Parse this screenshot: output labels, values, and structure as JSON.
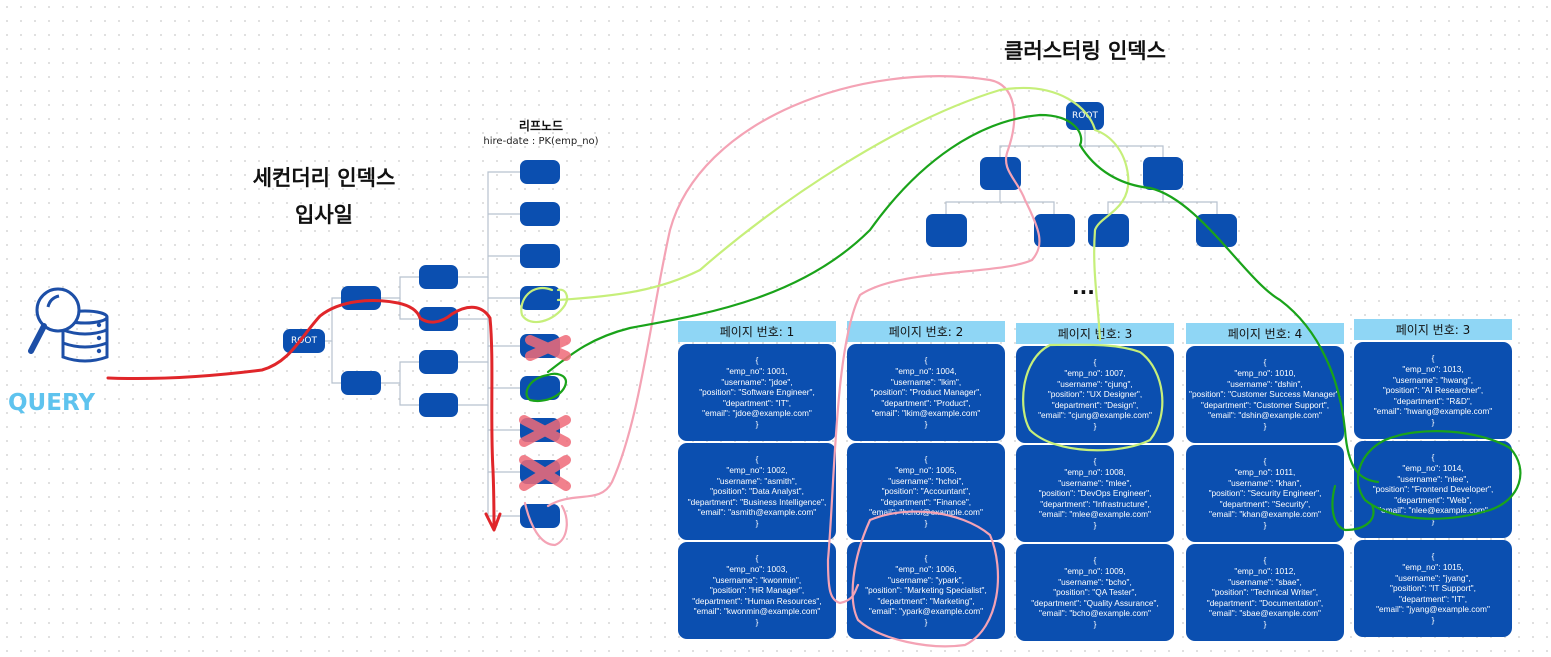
{
  "titles": {
    "clustered_index": "클러스터링 인덱스",
    "secondary_index_line1": "세컨더리 인덱스",
    "secondary_index_line2": "입사일",
    "leaf_nodes": "리프노드",
    "leaf_nodes_sub": "hire-date : PK(emp_no)"
  },
  "query_label": "QUERY",
  "root_label": "ROOT",
  "ellipsis": "...",
  "pages": [
    {
      "header": "페이지 번호: 1",
      "records": [
        "{\n\"emp_no\": 1001,\n\"username\": \"jdoe\",\n\"position\": \"Software Engineer\",\n\"department\": \"IT\",\n\"email\": \"jdoe@example.com\"\n}",
        "{\n\"emp_no\": 1002,\n\"username\": \"asmith\",\n\"position\": \"Data Analyst\",\n\"department\": \"Business Intelligence\",\n\"email\": \"asmith@example.com\"\n}",
        "{\n\"emp_no\": 1003,\n\"username\": \"kwonmin\",\n\"position\": \"HR Manager\",\n\"department\": \"Human Resources\",\n\"email\": \"kwonmin@example.com\"\n}"
      ]
    },
    {
      "header": "페이지 번호: 2",
      "records": [
        "{\n\"emp_no\": 1004,\n\"username\": \"lkim\",\n\"position\": \"Product Manager\",\n\"department\": \"Product\",\n\"email\": \"lkim@example.com\"\n}",
        "{\n\"emp_no\": 1005,\n\"username\": \"hchoi\",\n\"position\": \"Accountant\",\n\"department\": \"Finance\",\n\"email\": \"hchoi@example.com\"\n}",
        "{\n\"emp_no\": 1006,\n\"username\": \"ypark\",\n\"position\": \"Marketing Specialist\",\n\"department\": \"Marketing\",\n\"email\": \"ypark@example.com\"\n}"
      ]
    },
    {
      "header": "페이지 번호: 3",
      "records": [
        "{\n\"emp_no\": 1007,\n\"username\": \"cjung\",\n\"position\": \"UX Designer\",\n\"department\": \"Design\",\n\"email\": \"cjung@example.com\"\n}",
        "{\n\"emp_no\": 1008,\n\"username\": \"mlee\",\n\"position\": \"DevOps Engineer\",\n\"department\": \"Infrastructure\",\n\"email\": \"mlee@example.com\"\n}",
        "{\n\"emp_no\": 1009,\n\"username\": \"bcho\",\n\"position\": \"QA Tester\",\n\"department\": \"Quality Assurance\",\n\"email\": \"bcho@example.com\"\n}"
      ]
    },
    {
      "header": "페이지 번호: 4",
      "records": [
        "{\n\"emp_no\": 1010,\n\"username\": \"dshin\",\n\"position\": \"Customer Success Manager\",\n\"department\": \"Customer Support\",\n\"email\": \"dshin@example.com\"\n}",
        "{\n\"emp_no\": 1011,\n\"username\": \"khan\",\n\"position\": \"Security Engineer\",\n\"department\": \"Security\",\n\"email\": \"khan@example.com\"\n}",
        "{\n\"emp_no\": 1012,\n\"username\": \"sbae\",\n\"position\": \"Technical Writer\",\n\"department\": \"Documentation\",\n\"email\": \"sbae@example.com\"\n}"
      ]
    },
    {
      "header": "페이지 번호: 3",
      "records": [
        "{\n\"emp_no\": 1013,\n\"username\": \"hwang\",\n\"position\": \"AI Researcher\",\n\"department\": \"R&D\",\n\"email\": \"hwang@example.com\"\n}",
        "{\n\"emp_no\": 1014,\n\"username\": \"nlee\",\n\"position\": \"Frontend Developer\",\n\"department\": \"Web\",\n\"email\": \"nlee@example.com\"\n}",
        "{\n\"emp_no\": 1015,\n\"username\": \"jyang\",\n\"position\": \"IT Support\",\n\"department\": \"IT\",\n\"email\": \"jyang@example.com\"\n}"
      ]
    }
  ],
  "colors": {
    "node": "#0b4fb0",
    "page_header": "#8fd6f5",
    "query": "#5ec3ee",
    "path_red": "#e0262a",
    "path_pink": "#f4a3b5",
    "path_lime": "#c6ef7a",
    "path_green": "#1aa31a",
    "cross_mark": "#ef6b78"
  },
  "icons": [
    "database-search-icon",
    "cross-mark-icon"
  ]
}
